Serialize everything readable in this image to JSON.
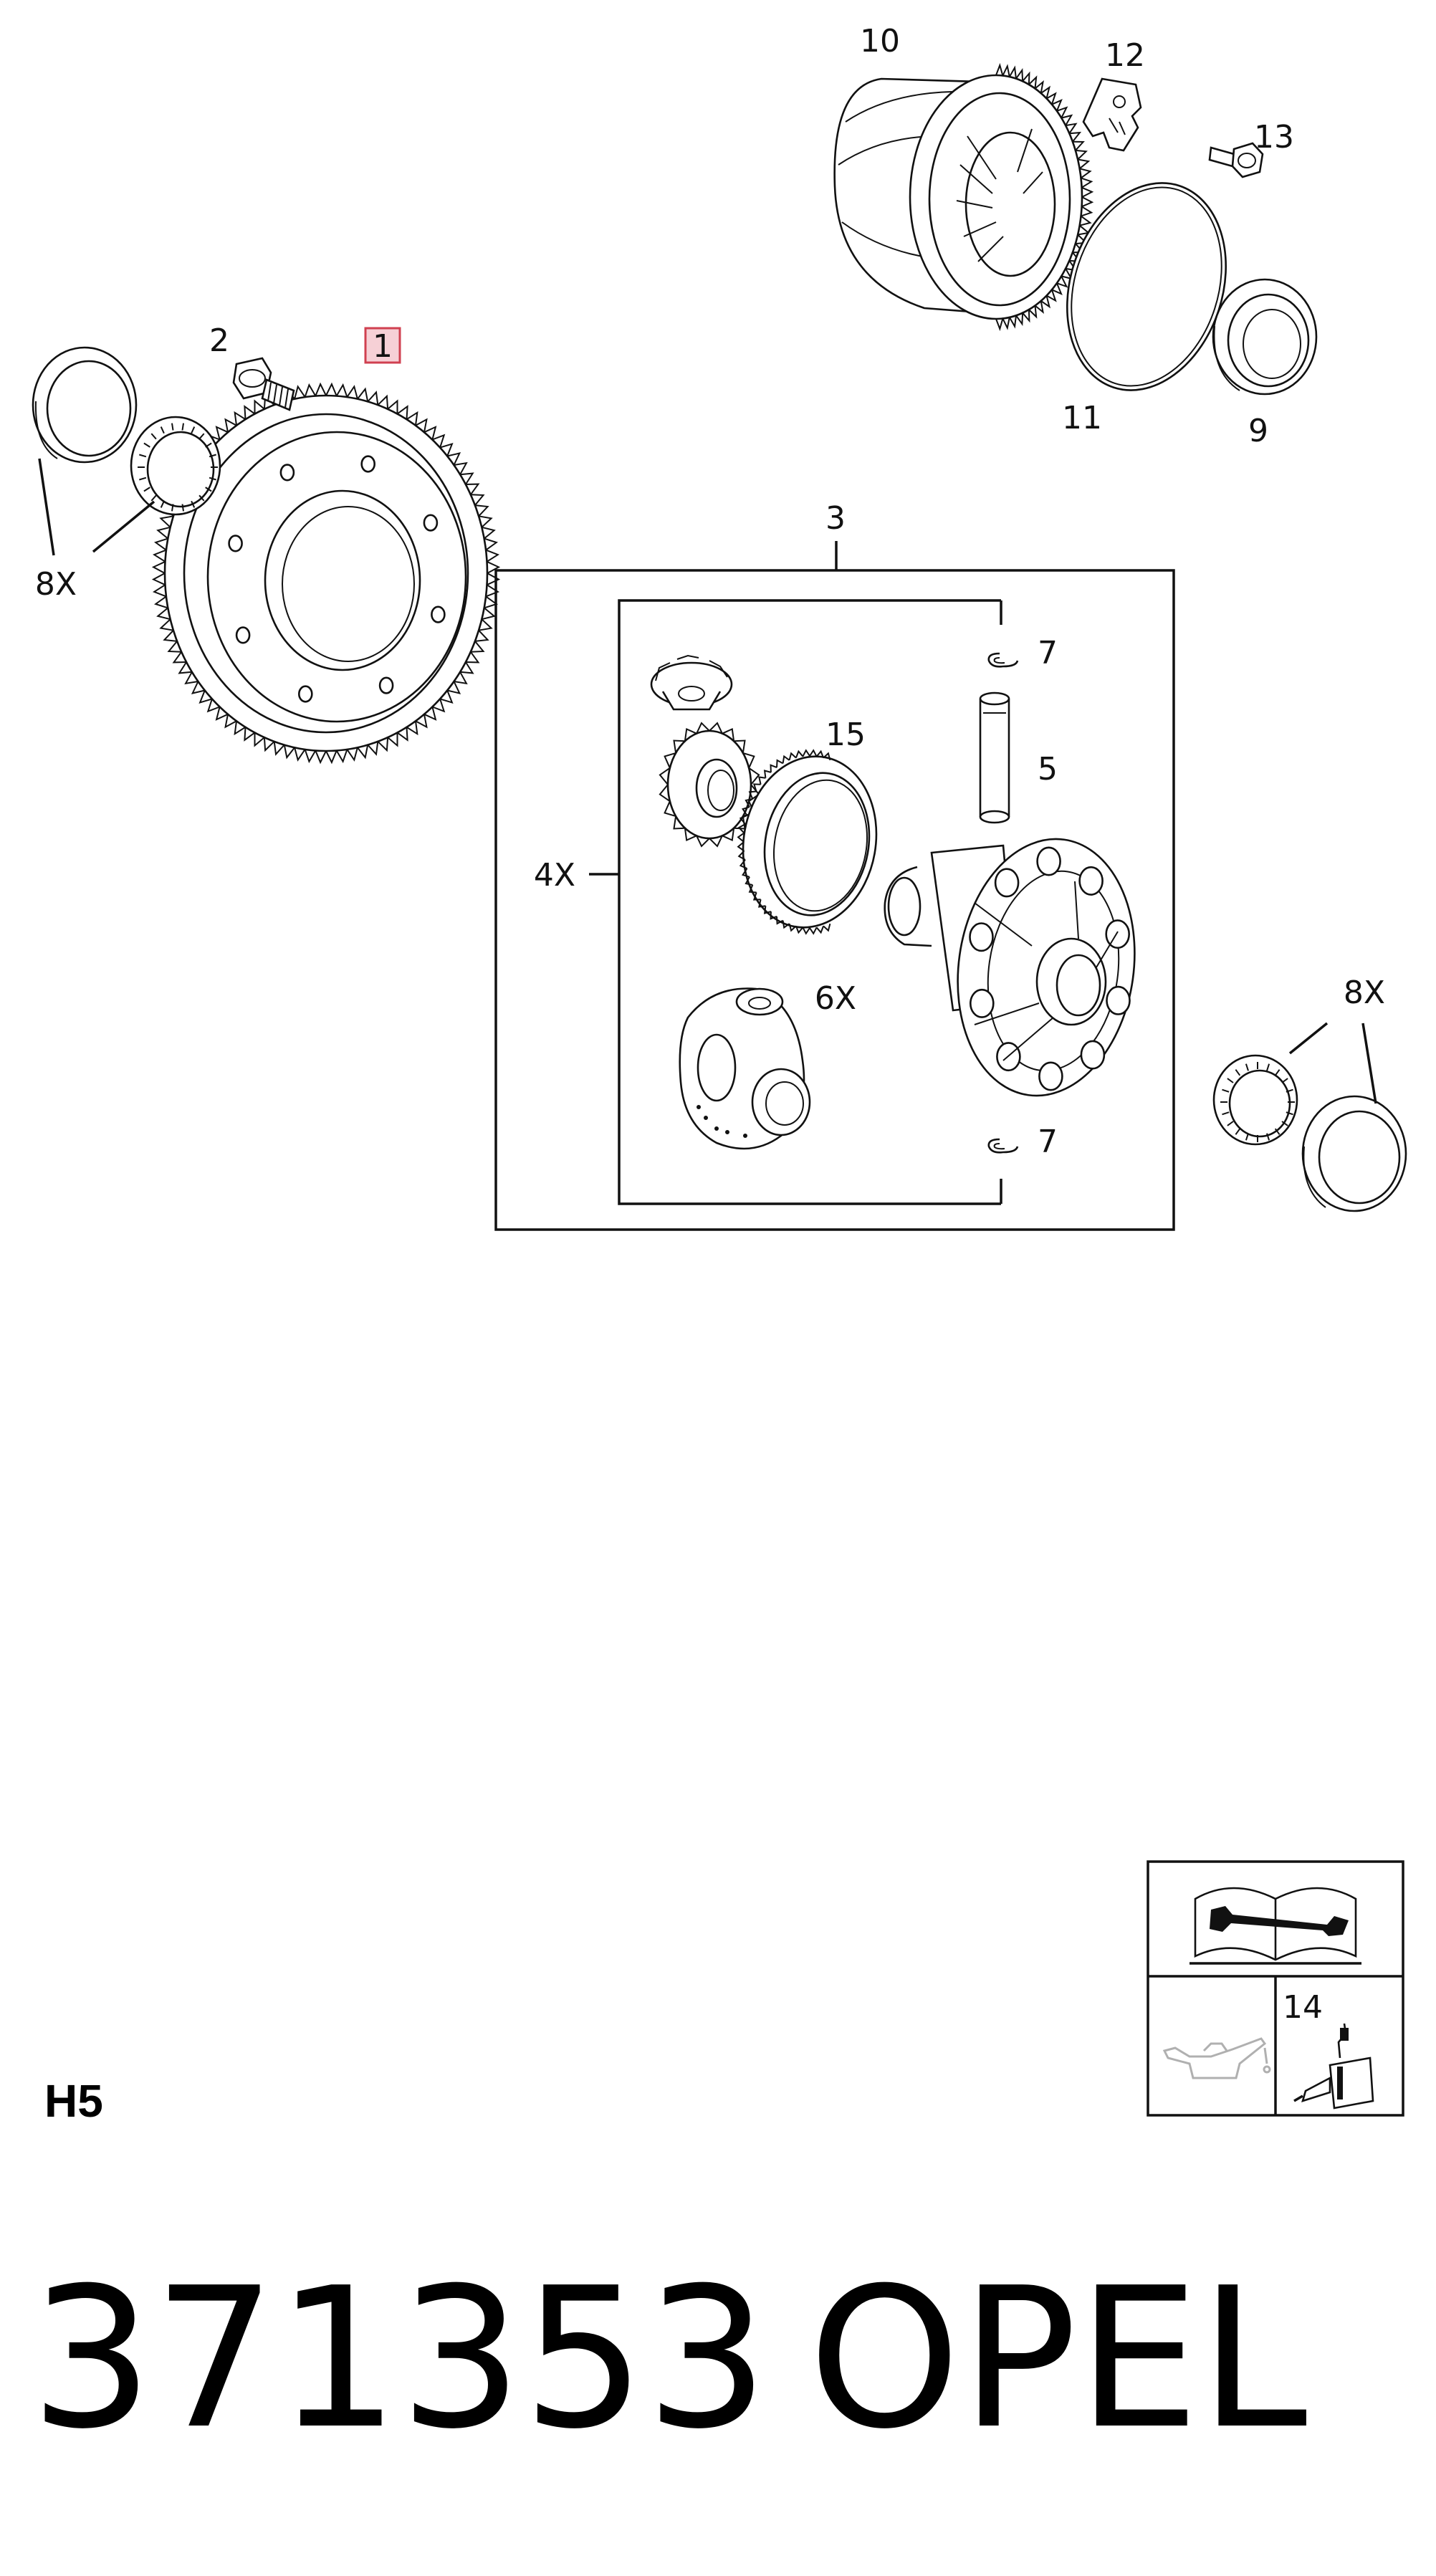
{
  "callouts": {
    "c1": "1",
    "c2": "2",
    "c3": "3",
    "c4x": "4X",
    "c5": "5",
    "c6x": "6X",
    "c7a": "7",
    "c7b": "7",
    "c8x_left": "8X",
    "c8x_right": "8X",
    "c9": "9",
    "c10": "10",
    "c11": "11",
    "c12": "12",
    "c13": "13",
    "c14": "14",
    "c15": "15"
  },
  "group_code": "H5",
  "footer": {
    "part_number": "371353",
    "brand": "OPEL"
  },
  "colors": {
    "line": "#111111",
    "highlight_border": "#d04050",
    "highlight_fill": "#f6d0d6",
    "grey_icon": "#b0b0b0"
  },
  "icons": {
    "manual": "repair-manual-wrench-icon",
    "oil": "oil-can-icon",
    "adhesive": "adhesive-bottle-icon"
  }
}
